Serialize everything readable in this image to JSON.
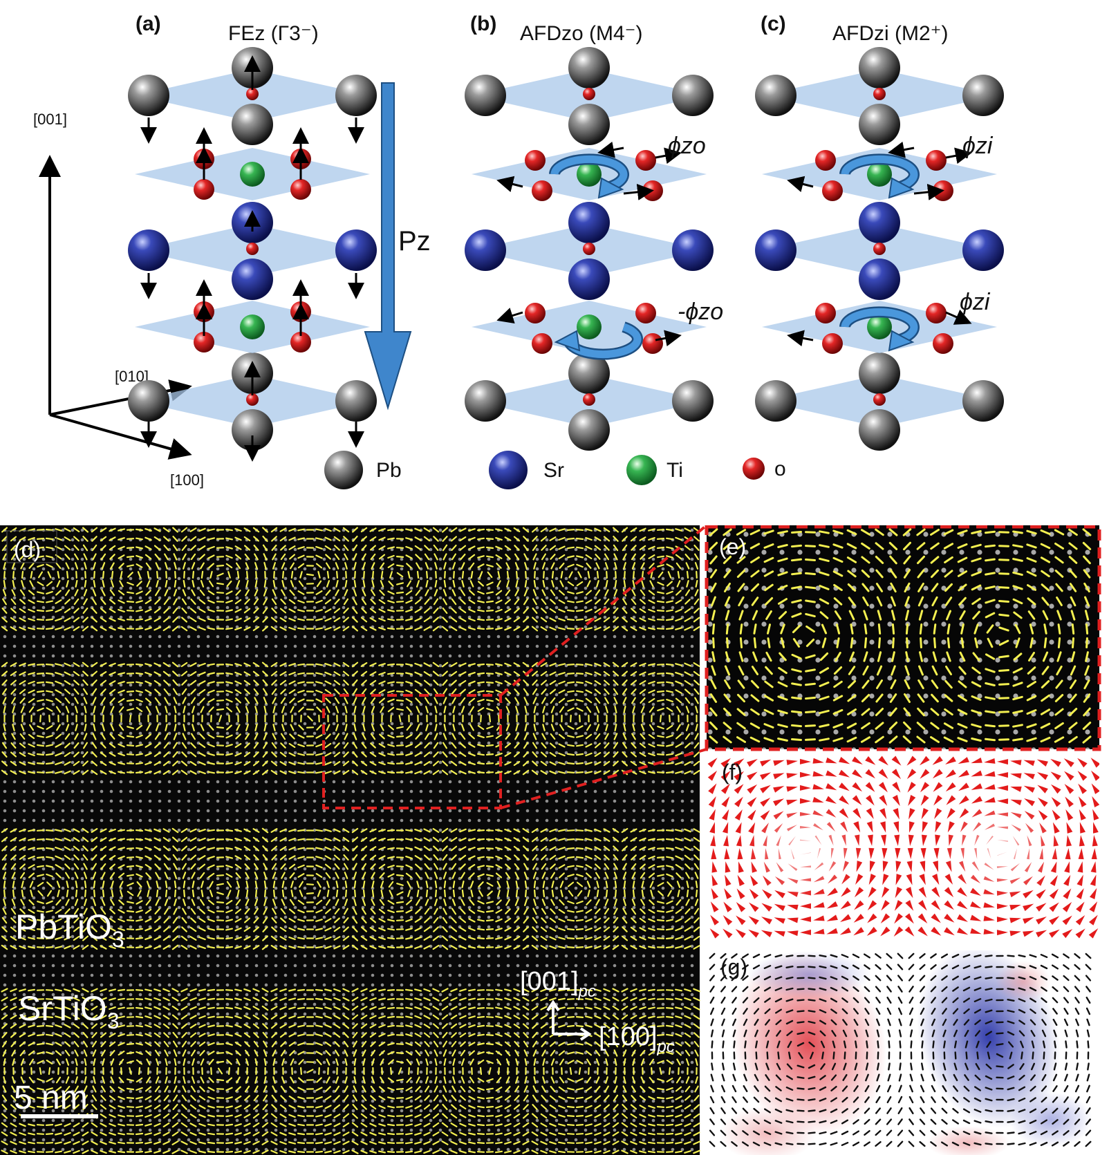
{
  "panels": {
    "a": {
      "label": "(a)",
      "title": "FEz (Γ3⁻)",
      "polarization_label": "Pz"
    },
    "b": {
      "label": "(b)",
      "title": "AFDzo (M4⁻)",
      "angle_top": "ϕzo",
      "angle_bottom": "-ϕzo"
    },
    "c": {
      "label": "(c)",
      "title": "AFDzi (M2⁺)",
      "angle_top": "ϕzi",
      "angle_bottom": "ϕzi"
    },
    "d": {
      "label": "(d)",
      "material_top": "PbTiO3",
      "material_bottom": "SrTiO3",
      "axis_vertical": "[001]pc",
      "axis_horizontal": "[100]pc",
      "scale_bar": "5 nm"
    },
    "e": {
      "label": "(e)"
    },
    "f": {
      "label": "(f)"
    },
    "g": {
      "label": "(g)"
    }
  },
  "axes": {
    "z": "[001]",
    "y": "[010]",
    "x": "[100]"
  },
  "legend": [
    {
      "name": "Pb",
      "color": "#2a2a2a"
    },
    {
      "name": "Sr",
      "color": "#1e2a8c"
    },
    {
      "name": "Ti",
      "color": "#1f9a3c"
    },
    {
      "name": "o",
      "color": "#d01818"
    }
  ],
  "colors": {
    "plane": "#a9c8ea",
    "pz_arrow": "#3f86cc",
    "vector": "#f4f050",
    "highlight": "#e02020"
  }
}
